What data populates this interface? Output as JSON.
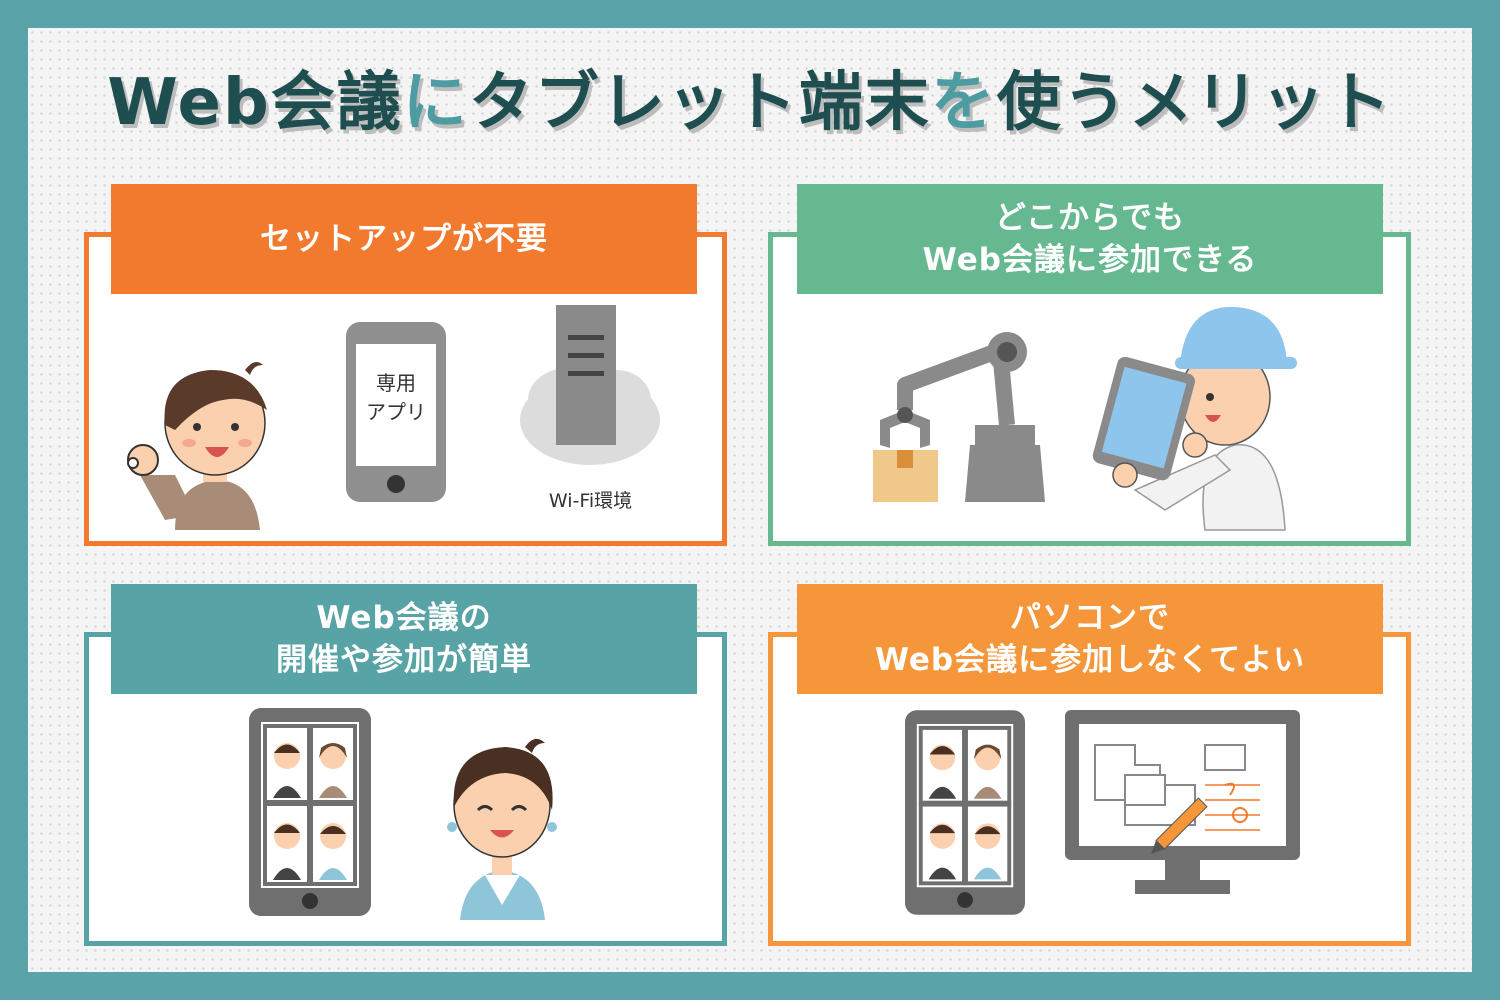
{
  "title": {
    "part1": "Web会議",
    "part2": "に",
    "part3": "タブレット端末",
    "part4": "を",
    "part5": "使うメリット"
  },
  "cards": [
    {
      "heading_lines": [
        "セットアップが不要"
      ],
      "color": "#f27a2e",
      "app_label_line1": "専用",
      "app_label_line2": "アプリ",
      "wifi_label": "Wi-Fi環境"
    },
    {
      "heading_lines": [
        "どこからでも",
        "Web会議に参加できる"
      ],
      "color": "#66b891"
    },
    {
      "heading_lines": [
        "Web会議の",
        "開催や参加が簡単"
      ],
      "color": "#57a3a6"
    },
    {
      "heading_lines": [
        "パソコンで",
        "Web会議に参加しなくてよい"
      ],
      "color": "#f5963a"
    }
  ],
  "colors": {
    "frame": "#5aa3a8",
    "title_dark": "#1f4e50",
    "title_accent": "#4d9ca1"
  },
  "icons": [
    "ok-gesture-man",
    "smartphone-icon",
    "server-cloud-icon",
    "robot-arm-icon",
    "cardboard-box-icon",
    "worker-with-tablet",
    "video-call-tablet-icon",
    "woman-avatar",
    "monitor-whiteboard-icon"
  ]
}
